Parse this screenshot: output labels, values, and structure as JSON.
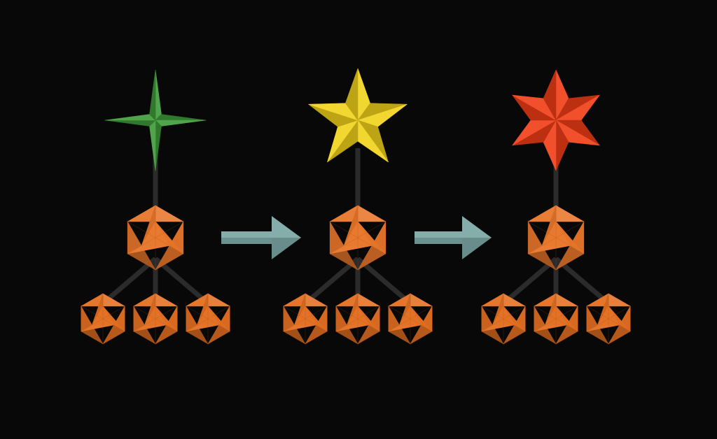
{
  "background": "#080808",
  "stages": [
    {
      "id": "stage-1",
      "star": {
        "points": 4,
        "color": "#3d9a37"
      },
      "hub_color": "#e8762a",
      "leaf_count": 3,
      "leaf_color": "#e36f22"
    },
    {
      "id": "stage-2",
      "star": {
        "points": 5,
        "color": "#f2d21a"
      },
      "hub_color": "#e8762a",
      "leaf_count": 3,
      "leaf_color": "#e36f22"
    },
    {
      "id": "stage-3",
      "star": {
        "points": 6,
        "color": "#f13d16"
      },
      "hub_color": "#e8762a",
      "leaf_count": 3,
      "leaf_color": "#e36f22"
    }
  ],
  "arrows": [
    {
      "from": "stage-1",
      "to": "stage-2",
      "color": "#7aa6a3"
    },
    {
      "from": "stage-2",
      "to": "stage-3",
      "color": "#7aa6a3"
    }
  ],
  "connector_color": "#2b2b2b"
}
